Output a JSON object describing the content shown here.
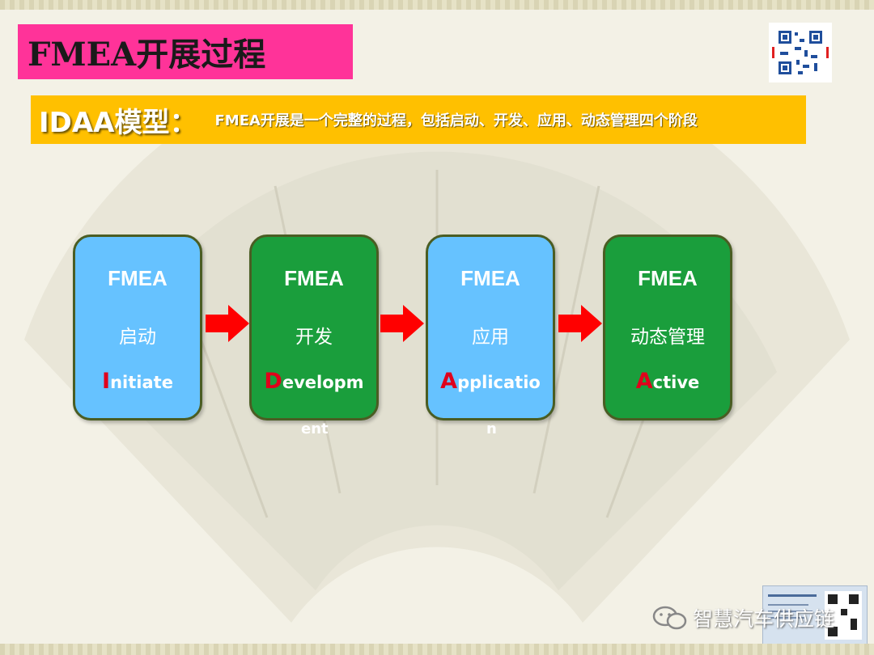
{
  "title": "FMEA开展过程",
  "subtitle": {
    "heading": "IDAA模型：",
    "description": "FMEA开展是一个完整的过程，包括启动、开发、应用、动态管理四个阶段"
  },
  "stages": [
    {
      "abbr": "FMEA",
      "cn": "启动",
      "en_first": "I",
      "en_rest": "nitiate",
      "overflow": ""
    },
    {
      "abbr": "FMEA",
      "cn": "开发",
      "en_first": "D",
      "en_rest": "evelopm",
      "overflow": "ent"
    },
    {
      "abbr": "FMEA",
      "cn": "应用",
      "en_first": "A",
      "en_rest": "pplicatio",
      "overflow": "n"
    },
    {
      "abbr": "FMEA",
      "cn": "动态管理",
      "en_first": "A",
      "en_rest": "ctive",
      "overflow": ""
    }
  ],
  "watermark": "智慧汽车供应链",
  "colors": {
    "title_bg": "#ff3399",
    "subtitle_bg": "#ffc000",
    "stage_blue": "#66c2ff",
    "stage_green": "#1a9e3c",
    "arrow": "#ff0000",
    "initial_letter": "#e0001b"
  },
  "icons": [
    "qr-code-icon",
    "wechat-icon",
    "right-arrow-icon"
  ]
}
